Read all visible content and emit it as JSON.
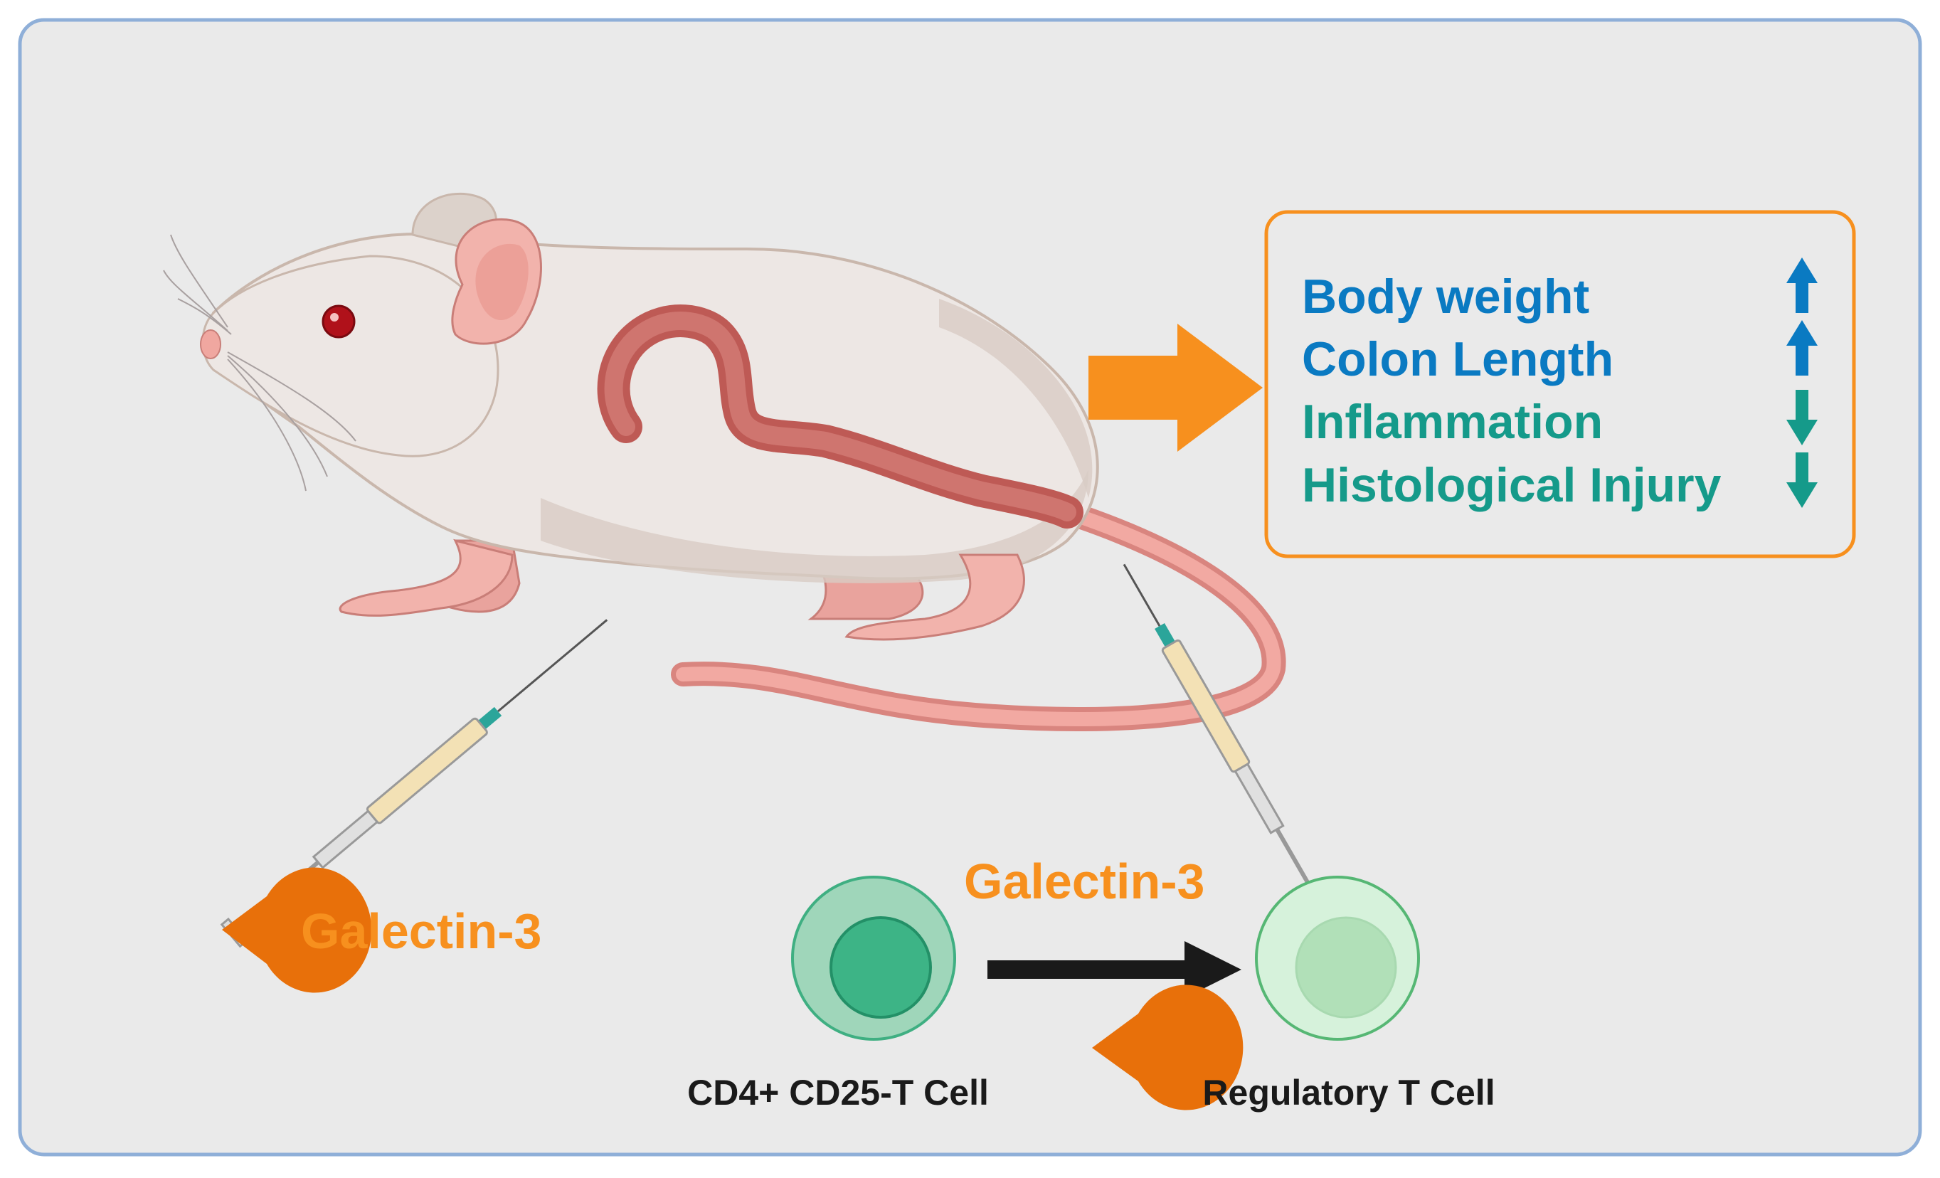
{
  "colors": {
    "background": "#EAEAEA",
    "frame_border": "#8FAFD8",
    "orange": "#F7901E",
    "galectin_shape": "#E8700A",
    "blue_text": "#0A7AC2",
    "teal_text": "#159A8A",
    "dark": "#1A1A1A"
  },
  "outcomes_box": {
    "items": [
      {
        "label": "Body weight",
        "direction": "up",
        "color": "#0A7AC2"
      },
      {
        "label": "Colon Length",
        "direction": "up",
        "color": "#0A7AC2"
      },
      {
        "label": "Inflammation",
        "direction": "down",
        "color": "#159A8A"
      },
      {
        "label": "Histological Injury",
        "direction": "down",
        "color": "#159A8A"
      }
    ]
  },
  "left_treatment": {
    "label": "Galectin-3"
  },
  "cell_conversion": {
    "top_label": "Galectin-3",
    "source_cell": "CD4+ CD25-T Cell",
    "target_cell": "Regulatory T Cell"
  }
}
